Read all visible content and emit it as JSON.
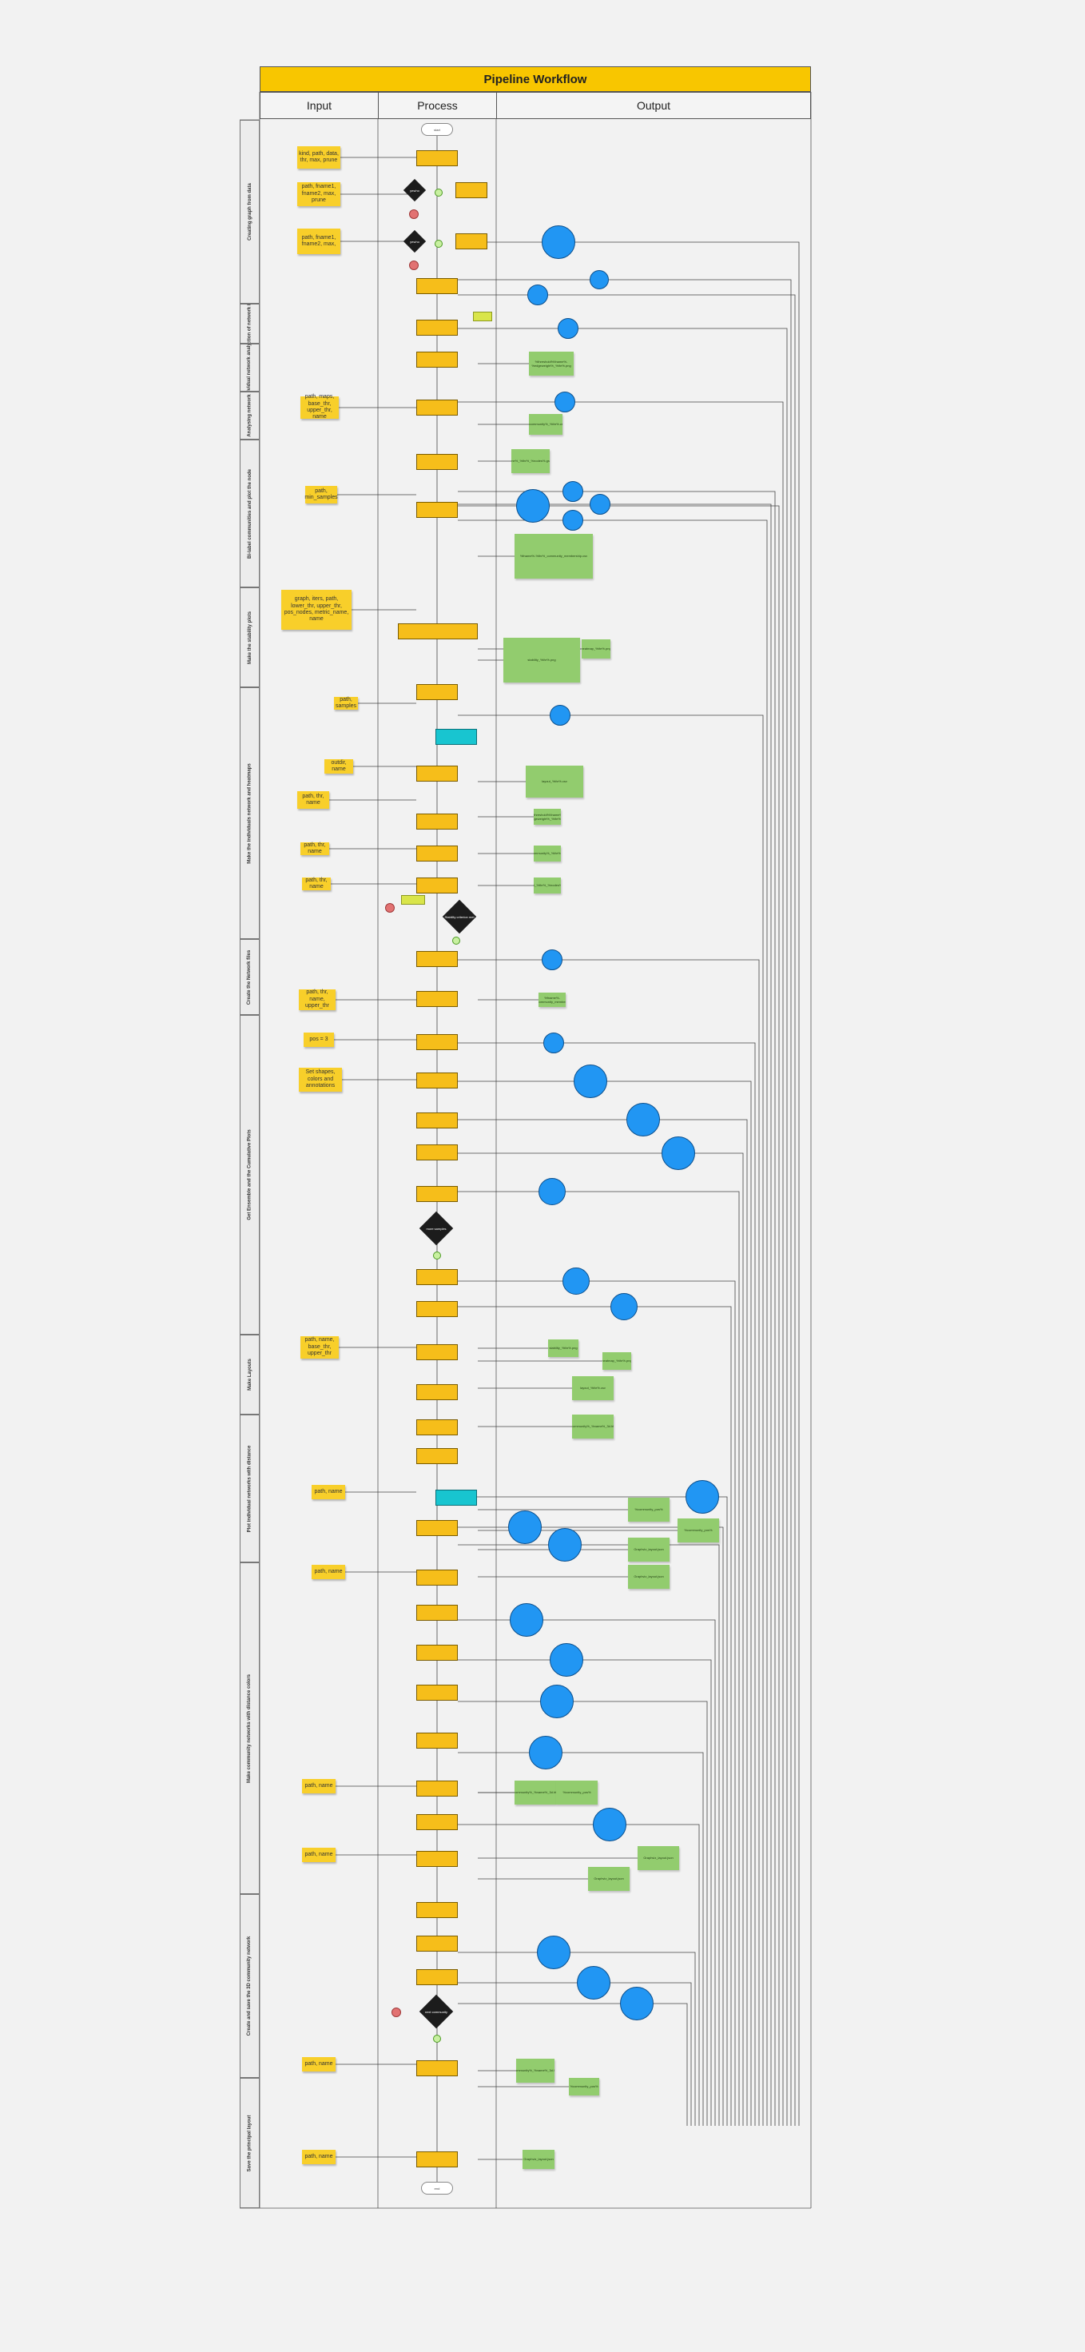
{
  "title": "Pipeline Workflow",
  "columns": [
    "Input",
    "Process",
    "Output"
  ],
  "lanes": [
    "Creating graph from data",
    "Selection of network input",
    "Individual network analysis",
    "Analysing network",
    "Bi-label communities and plot the node",
    "Make the stability plots",
    "Make the individuals network and heatmaps",
    "Create the Network files",
    "Get Ensemble and the Cumulative Plots",
    "Make Layouts",
    "Plot individual networks with distance",
    "Make community networks with distance colors",
    "Create and save the 3D community network",
    "Save the principal layout"
  ],
  "inputs": [
    "kind, path, data, thr, max, prune",
    "path, fname1, fname2, max, prune",
    "path, fname1, fname2, max,",
    "path, maps, base_thr, upper_thr, name",
    "path, min_samples",
    "graph, iters, path, lower_thr, upper_thr, pos_nodes, metric_name, name",
    "path, samples",
    "outdir, name",
    "path, thr, name",
    "path, thr, name",
    "path, thr, name",
    "path, thr, name, upper_thr",
    "pos = 3",
    "Set shapes, colors and annotations",
    "path, name, base_thr, upper_thr",
    "path, name",
    "path, name",
    "path, name",
    "path, name",
    "path, name",
    "path, name"
  ],
  "terminals": {
    "start": "start",
    "end": "end"
  },
  "decisions": [
    "yes/no",
    "yes/no",
    "Stability criterion met",
    "more samples",
    "next community"
  ],
  "outputs_notes": [
    "%threshold%\\fname%-%edgeweight%_%thr%.png",
    "%community%_%thr%.csv",
    "%fname%_%thr%_%nodes%.graphml",
    "%fname%-%thr%_community_membership.csv",
    "stability_%thr%.png",
    "heatmap_%thr%.png",
    "layout_%thr%.csv",
    "%community%_%name%_3d.html",
    "%community_pos%",
    "Graphviz_layout.json"
  ]
}
